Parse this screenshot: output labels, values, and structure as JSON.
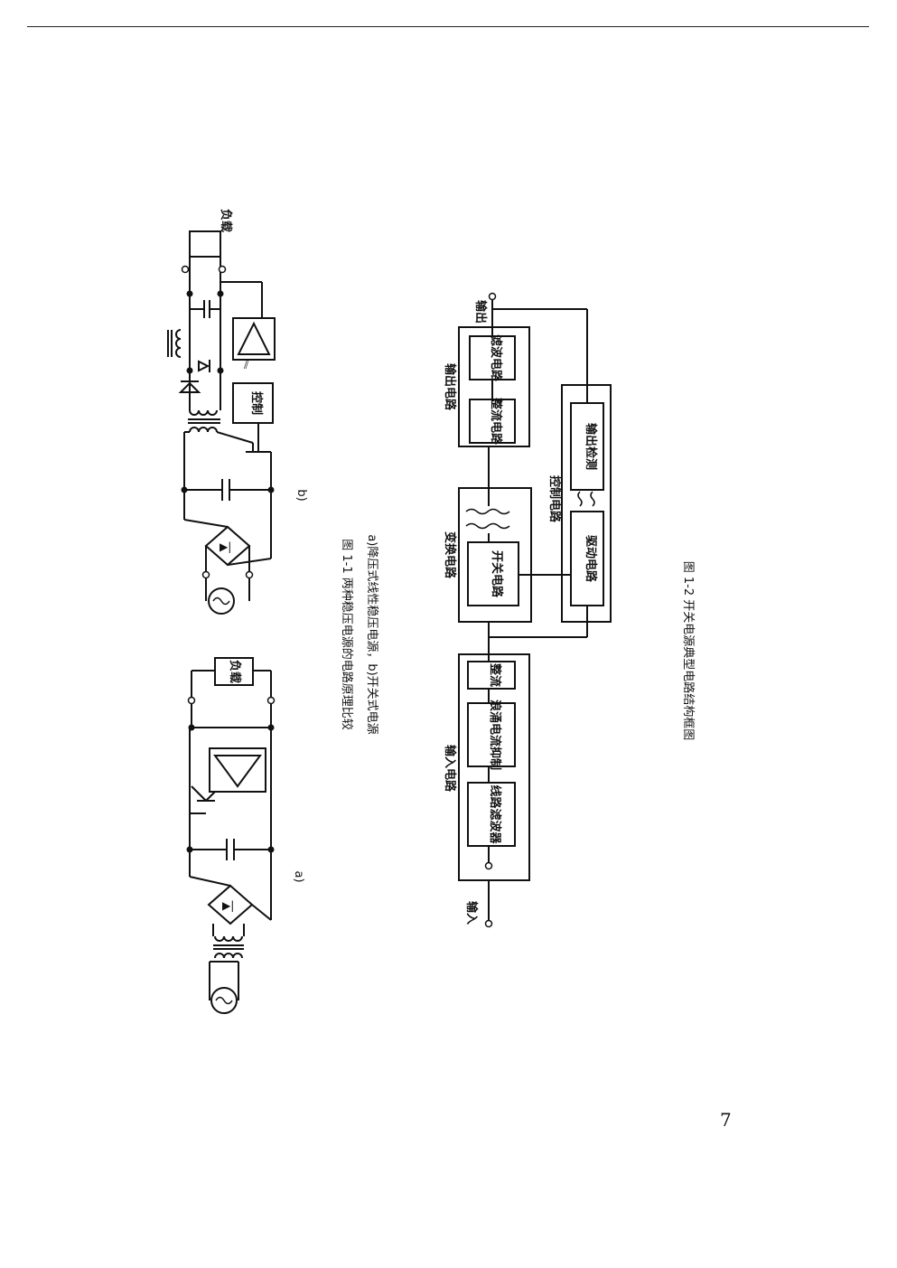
{
  "page_number": "7",
  "figure_1_1": {
    "caption_line1": "图 1-1   两种稳压电源的电路原理比较",
    "caption_line2": "a)降压式线性稳压电源，b)开关式电源",
    "sub_a": "a)",
    "sub_b": "b)",
    "load_a": "负载",
    "load_b": "负载",
    "control": "控制"
  },
  "figure_1_2": {
    "caption": "图 1-2   开关电源典型电路结构框图",
    "input": "输入",
    "output": "输出",
    "input_circuit": "输入电路",
    "conversion_circuit": "变换电路",
    "output_circuit": "输出电路",
    "control_circuit": "控制电路",
    "line_filter": "线路滤波器",
    "surge_suppression": "浪涌电流抑制",
    "rectifier_in": "整流",
    "switch_circuit": "开关电路",
    "rectifier_out": "整流电路",
    "filter_out": "滤波电路",
    "drive_circuit": "驱动电路",
    "output_detect": "输出检测"
  }
}
